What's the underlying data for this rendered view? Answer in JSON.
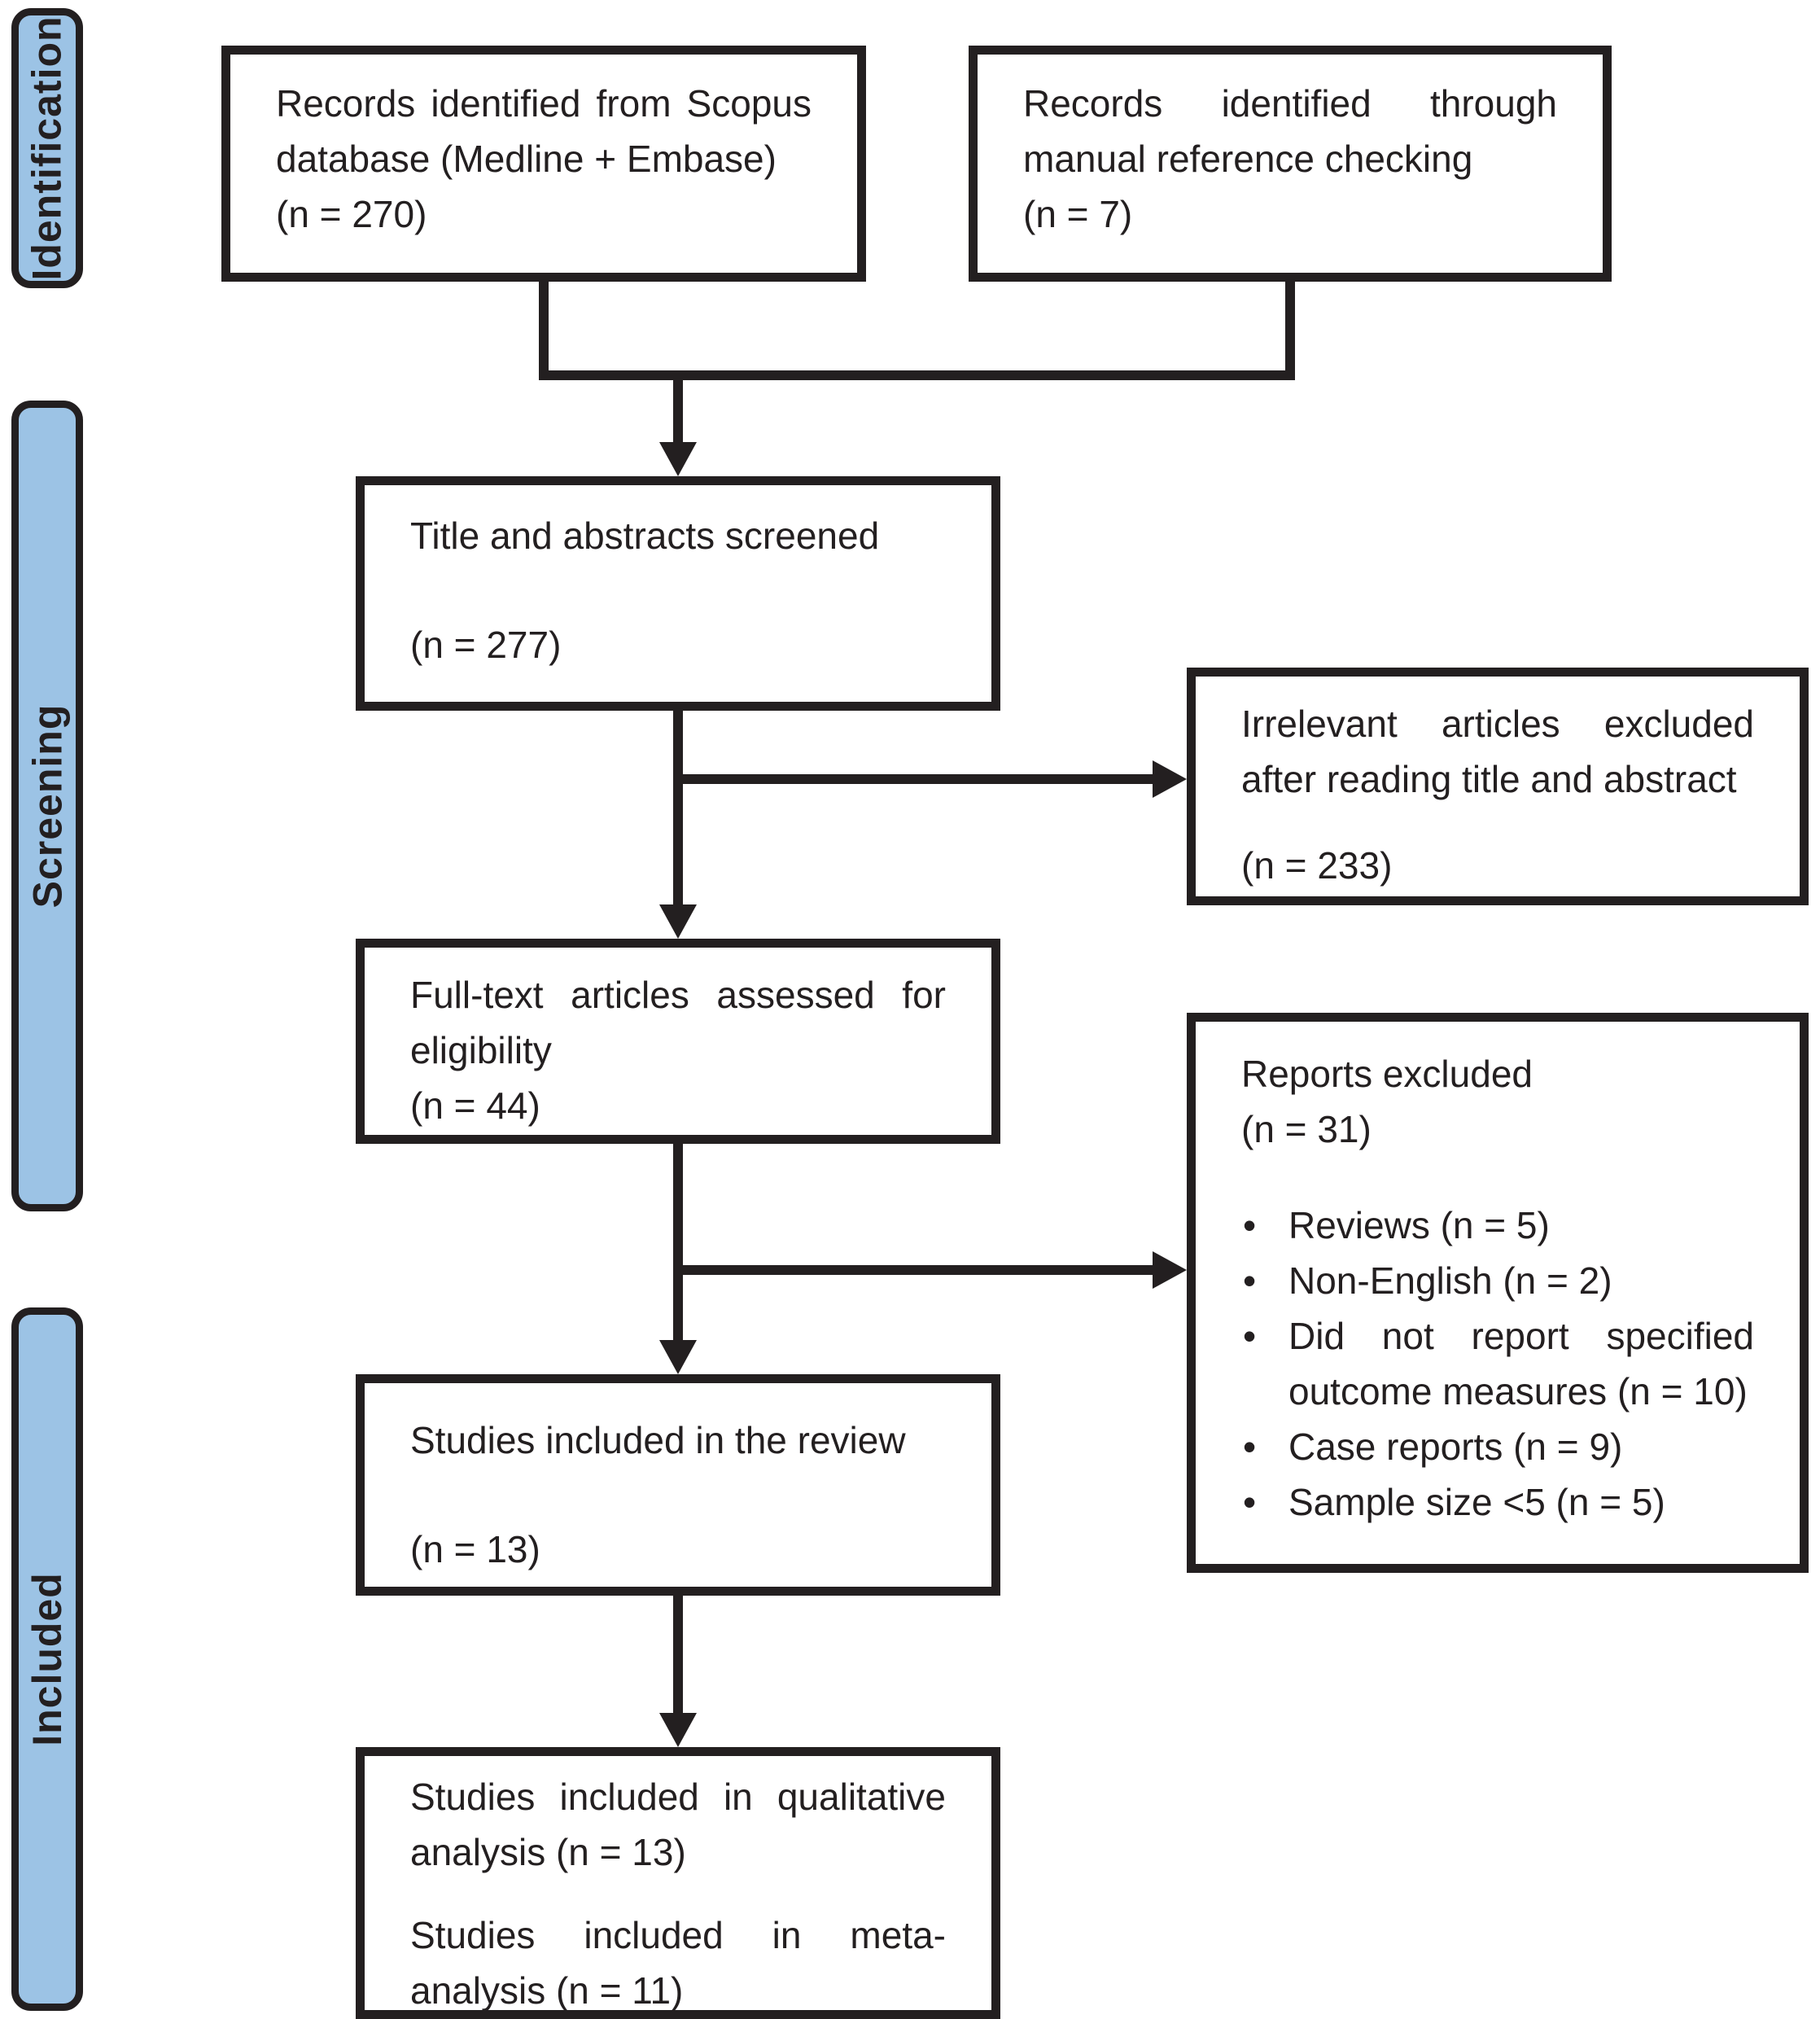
{
  "palette": {
    "bar_fill": "#9CC3E5",
    "stroke": "#231f20",
    "text": "#231f20",
    "bg": "#ffffff"
  },
  "sidebar": {
    "stages": [
      {
        "label": "Identification"
      },
      {
        "label": "Screening"
      },
      {
        "label": "Included"
      }
    ]
  },
  "flow": {
    "scopus": {
      "main": "Records identified from Scopus database (Medline + Embase)",
      "count": "(n = 270)"
    },
    "manual": {
      "main": "Records identified through manual reference checking",
      "count": "(n = 7)"
    },
    "screened": {
      "main": "Title and abstracts screened",
      "count": "(n = 277)"
    },
    "irrelevant": {
      "main": "Irrelevant articles excluded after reading title and abstract",
      "count": "(n = 233)"
    },
    "fulltext": {
      "main": "Full-text articles assessed for eligibility",
      "count": "(n = 44)"
    },
    "reports_excluded": {
      "title": "Reports excluded",
      "count": "(n = 31)",
      "bullets": [
        "Reviews (n = 5)",
        "Non-English (n = 2)",
        "Did not report specified outcome measures (n = 10)",
        "Case reports (n = 9)",
        "Sample size <5 (n = 5)"
      ]
    },
    "included_review": {
      "main": "Studies included in the review",
      "count": "(n = 13)"
    },
    "final": {
      "qualitative": "Studies included in qualitative analysis (n = 13)",
      "meta": "Studies included in meta-analysis (n = 11)"
    }
  }
}
